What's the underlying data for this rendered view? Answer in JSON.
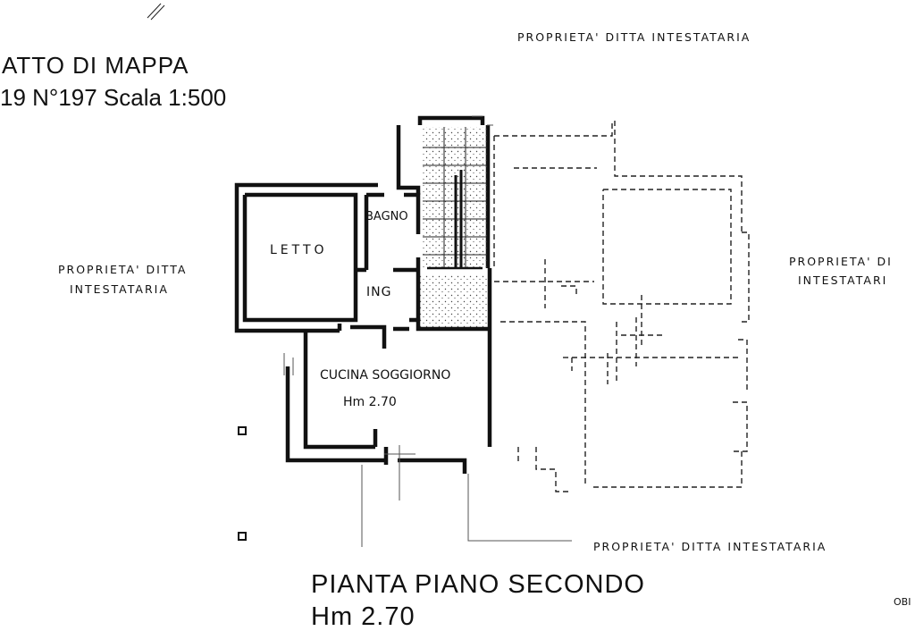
{
  "header": {
    "line1": "ATTO DI MAPPA",
    "line2": "19 N°197 Scala 1:500"
  },
  "neighbors": {
    "top": "PROPRIETA' DITTA INTESTATARIA",
    "left_line1": "PROPRIETA' DITTA",
    "left_line2": "INTESTATARIA",
    "right_line1": "PROPRIETA' DI",
    "right_line2": "INTESTATARI",
    "bottom": "PROPRIETA' DITTA INTESTATARIA"
  },
  "rooms": {
    "bedroom": "LETTO",
    "bathroom": "BAGNO",
    "entrance": "ING",
    "kitchen": "CUCINA SOGGIORNO",
    "kitchen_height": "Hm 2.70"
  },
  "footer": {
    "title": "PIANTA PIANO SECONDO",
    "height": "Hm 2.70",
    "corner": "OBI"
  }
}
